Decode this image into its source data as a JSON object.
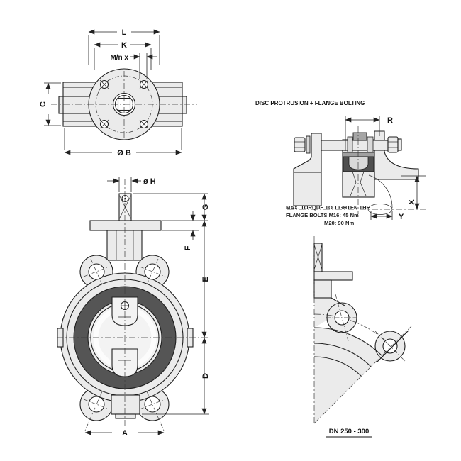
{
  "drawing": {
    "type": "technical-drawing-butterfly-valve",
    "background": "#ffffff",
    "line_color": "#1f1f1f",
    "fill_light": "#ebebeb",
    "fill_dark_seat": "#555555",
    "fill_mid": "#a5a5a5"
  },
  "labels": {
    "L": "L",
    "K": "K",
    "Mn": "M/n x",
    "C": "C",
    "B": "Ø B",
    "H": "ø H",
    "G": "G",
    "F": "F",
    "E": "E",
    "D": "D",
    "A": "A",
    "R": "R",
    "X": "X",
    "Y": "Y"
  },
  "detail": {
    "title": "DISC PROTRUSION + FLANGE BOLTING",
    "note1": "MAX. TORQUE TO TIGHTEN THE",
    "note2": "FLANGE BOLTS  M16: 45 Nm",
    "note3": "M20: 90 Nm"
  },
  "partial": {
    "caption": "DN 250 - 300"
  }
}
